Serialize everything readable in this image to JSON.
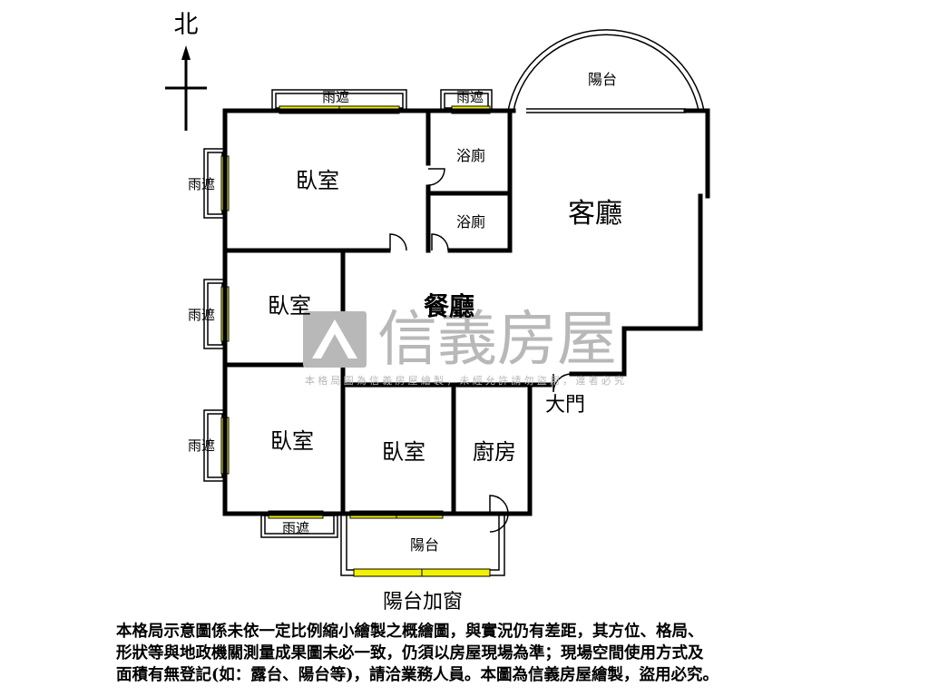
{
  "compass": {
    "north_label": "北"
  },
  "rooms": {
    "bedroom_1": "臥室",
    "bedroom_2": "臥室",
    "bedroom_3": "臥室",
    "bedroom_4": "臥室",
    "bathroom_1": "浴廁",
    "bathroom_2": "浴廁",
    "living_room": "客廳",
    "dining_room": "餐廳",
    "kitchen": "廚房",
    "balcony_top": "陽台",
    "balcony_bottom": "陽台"
  },
  "labels": {
    "awning_top_1": "雨遮",
    "awning_top_2": "雨遮",
    "awning_left_1": "雨遮",
    "awning_left_2": "雨遮",
    "awning_left_3": "雨遮",
    "awning_bottom": "雨遮",
    "main_door": "大門",
    "balcony_window": "陽台加窗"
  },
  "watermark": {
    "brand": "信義房屋",
    "note": "本格局圖為信義房屋繪製，未經允許請勿盜用，違者必究"
  },
  "disclaimer": {
    "line1": "本格局示意圖係未依一定比例縮小繪製之概繪圖，與實況仍有差距，其方位、格局、",
    "line2": "形狀等與地政機關測量成果圖未必一致，仍須以房屋現場為準；現場空間使用方式及",
    "line3": "面積有無登記(如：露台、陽台等)，請洽業務人員。本圖為信義房屋繪製，盜用必究。"
  },
  "colors": {
    "wall": "#000000",
    "window": "#f2f200",
    "watermark": "#b8b8b8"
  }
}
